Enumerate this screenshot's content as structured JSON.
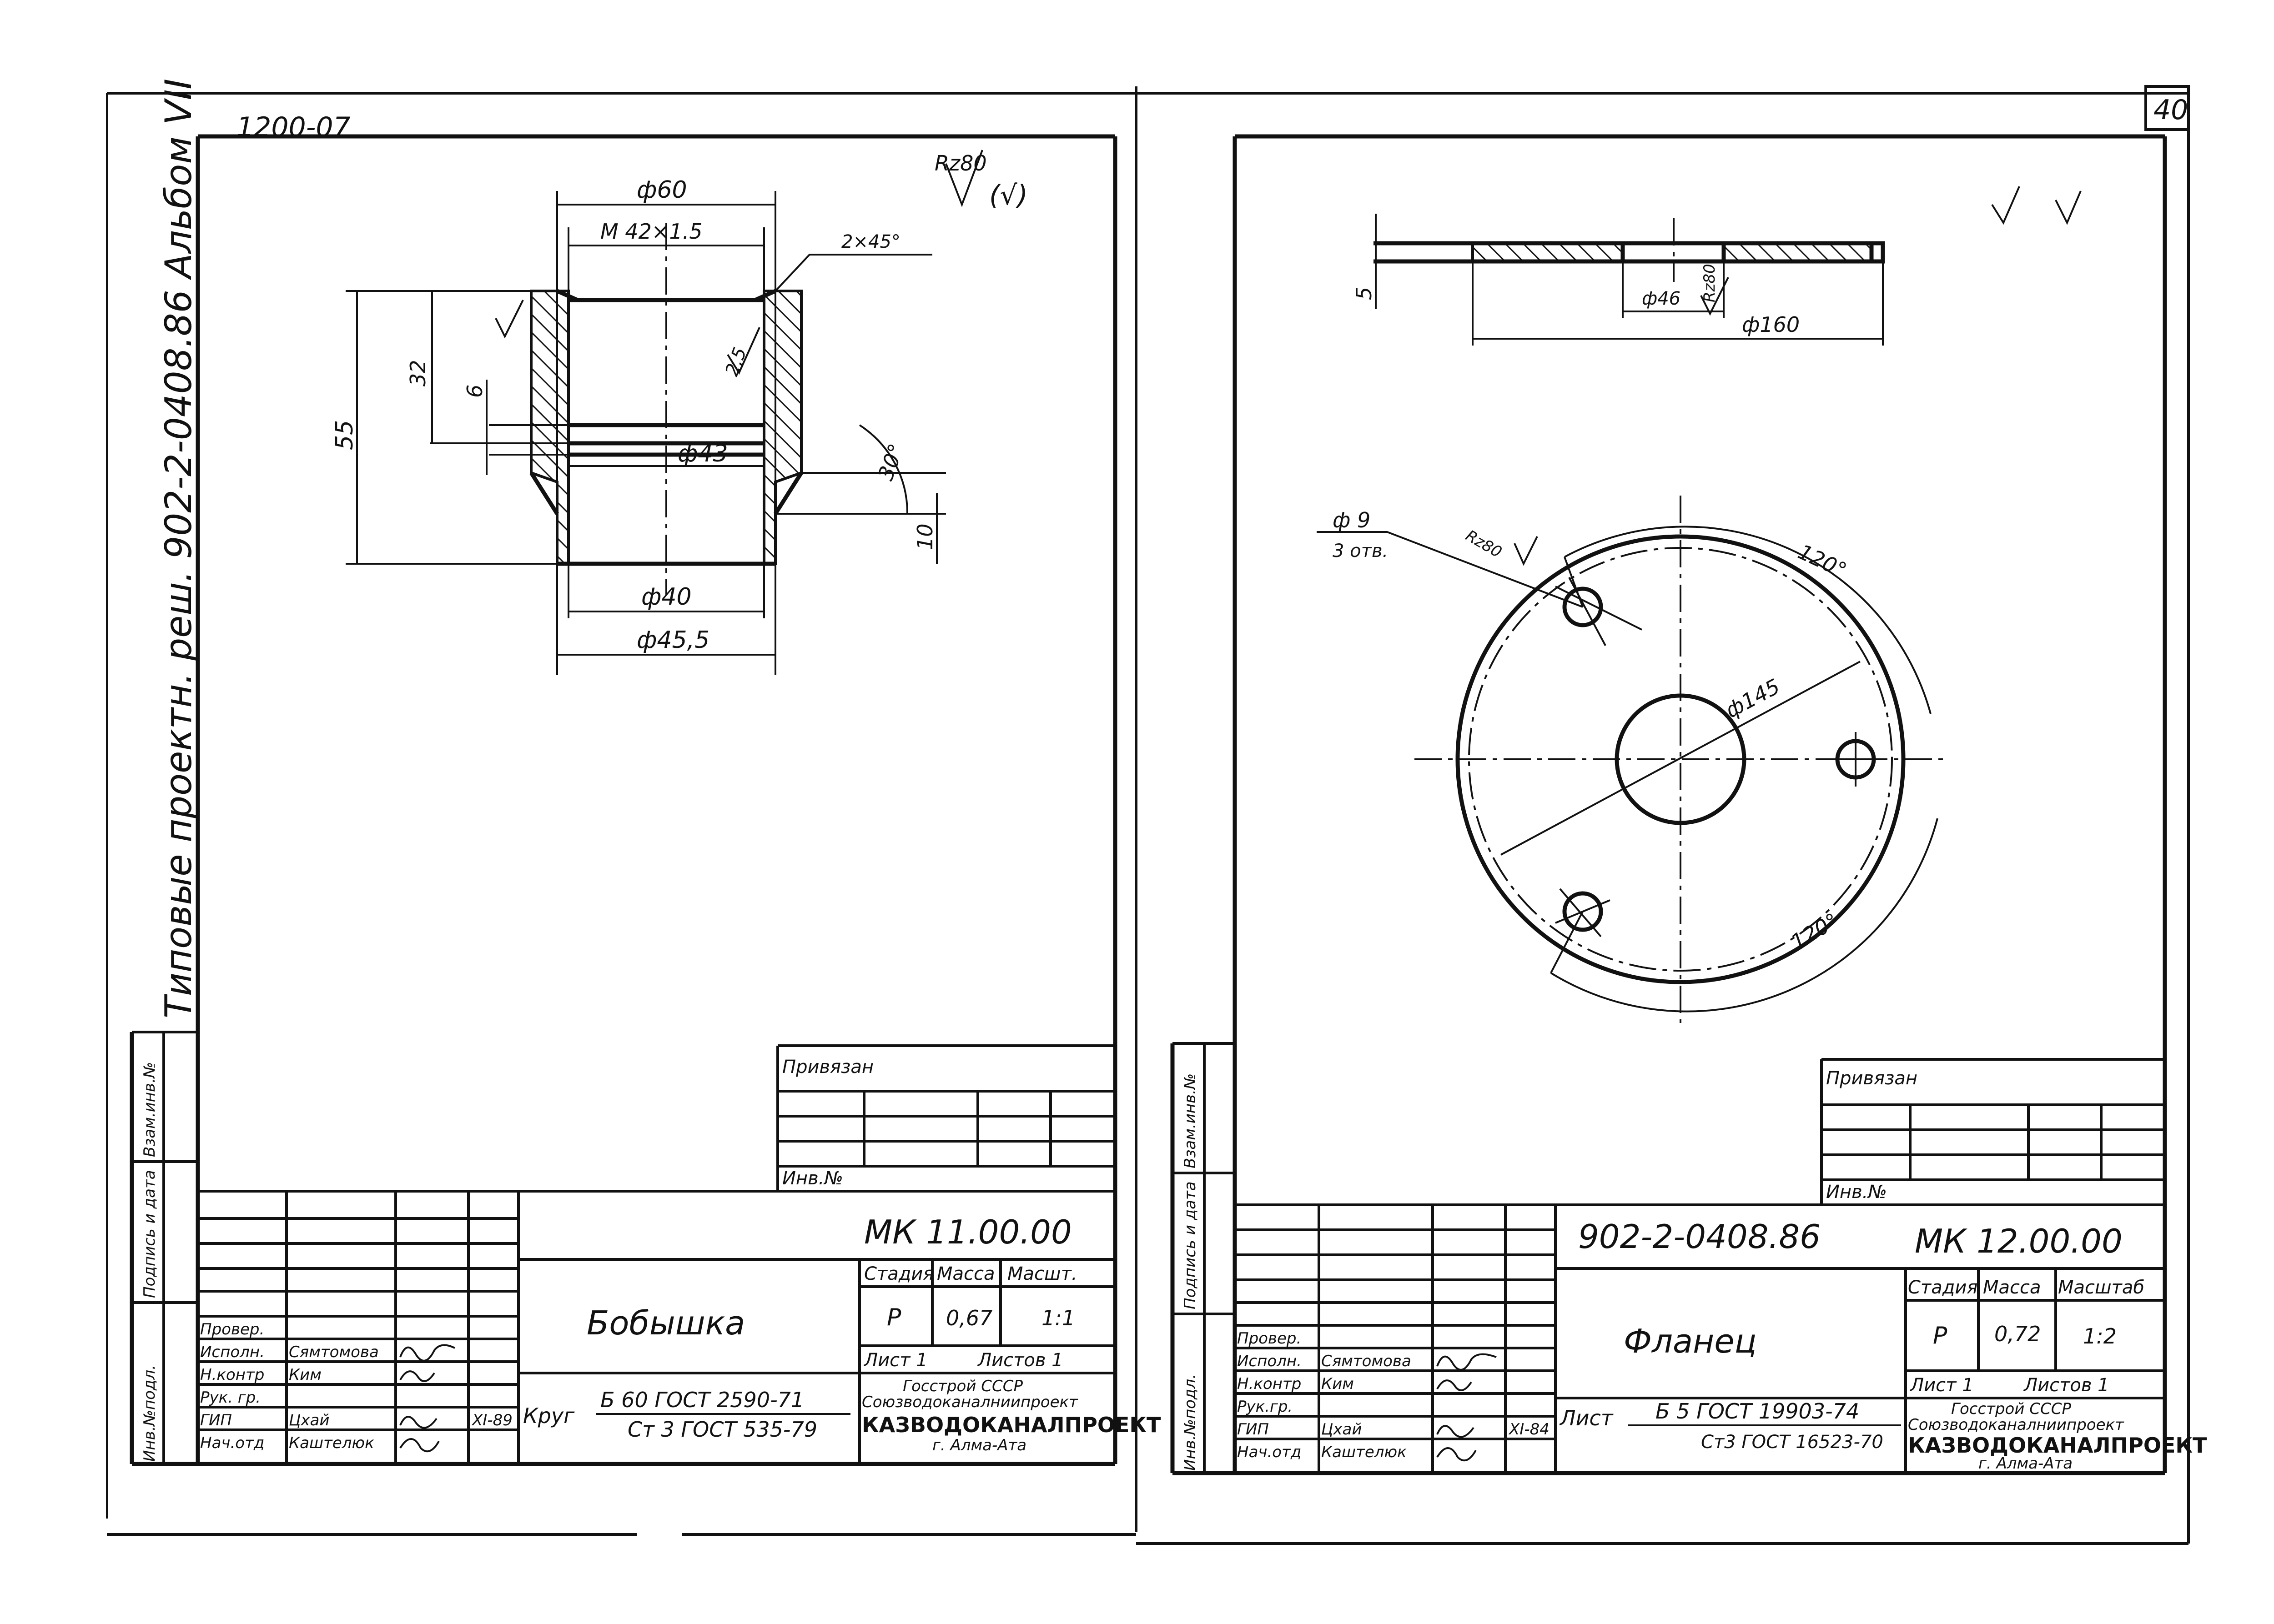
{
  "page": {
    "sheet_number": "40",
    "top_left_code": "1200-07",
    "side_title": "Типовые проектн. реш. 902-2-0408.86 Альбом VII"
  },
  "left_sheet": {
    "roughness": "Rz80",
    "dims": {
      "d60": "ф60",
      "thread": "М 42×1.5",
      "chamfer": "2×45°",
      "h55": "55",
      "h32": "32",
      "h6": "6",
      "r25": "2,5",
      "d43": "ф43",
      "angle": "30°",
      "h10": "10",
      "d40": "ф40",
      "d455": "ф45,5"
    },
    "stamp": {
      "privyazan": "Привязан",
      "inv_no": "Инв.№",
      "code": "МК 11.00.00",
      "name": "Бобышка",
      "stage_h": "Стадия",
      "mass_h": "Масса",
      "scale_h": "Масшт.",
      "stage": "Р",
      "mass": "0,67",
      "scale": "1:1",
      "sheet": "Лист 1",
      "sheets": "Листов 1",
      "material_prefix": "Круг",
      "material_top": "Б 60 ГОСТ 2590-71",
      "material_bottom": "Ст 3 ГОСТ 535-79",
      "org1": "Госстрой СССР",
      "org2": "Союзводоканалниипроект",
      "org3": "КАЗВОДОКАНАЛПРОЕКТ",
      "org4": "г. Алма-Ата",
      "roles": [
        "Провер.",
        "Исполн.",
        "Н.контр",
        "Рук. гр.",
        "ГИП",
        "Нач.отд"
      ],
      "names": [
        "",
        "Сямтомова",
        "Ким",
        "",
        "Цхай",
        "Каштелюк"
      ],
      "date": "XI-89"
    },
    "side_stamp": [
      "Инв.№подл.",
      "Подпись и дата",
      "Взам.инв.№"
    ]
  },
  "right_sheet": {
    "dims": {
      "h5": "5",
      "d46": "ф46",
      "rz80": "Rz80",
      "d160": "ф160",
      "d9": "ф 9",
      "holes": "3 отв.",
      "rz80b": "Rz80",
      "a120a": "120°",
      "d145": "ф145",
      "a120b": "120°"
    },
    "stamp": {
      "privyazan": "Привязан",
      "inv_no": "Инв.№",
      "project": "902-2-0408.86",
      "code": "МК 12.00.00",
      "name": "Фланец",
      "stage_h": "Стадия",
      "mass_h": "Масса",
      "scale_h": "Масштаб",
      "stage": "Р",
      "mass": "0,72",
      "scale": "1:2",
      "sheet": "Лист 1",
      "sheets": "Листов 1",
      "material_prefix": "Лист",
      "material_top": "Б 5 ГОСТ 19903-74",
      "material_bottom": "Ст3 ГОСТ 16523-70",
      "org1": "Госстрой СССР",
      "org2": "Союзводоканалниипроект",
      "org3": "КАЗВОДОКАНАЛПРОЕКТ",
      "org4": "г. Алма-Ата",
      "roles": [
        "Провер.",
        "Исполн.",
        "Н.контр",
        "Рук.гр.",
        "ГИП",
        "Нач.отд"
      ],
      "names": [
        "",
        "Сямтомова",
        "Ким",
        "",
        "Цхай",
        "Каштелюк"
      ],
      "date": "XI-84"
    },
    "side_stamp": [
      "Инв.№подл.",
      "Подпись и дата",
      "Взам.инв.№"
    ]
  }
}
